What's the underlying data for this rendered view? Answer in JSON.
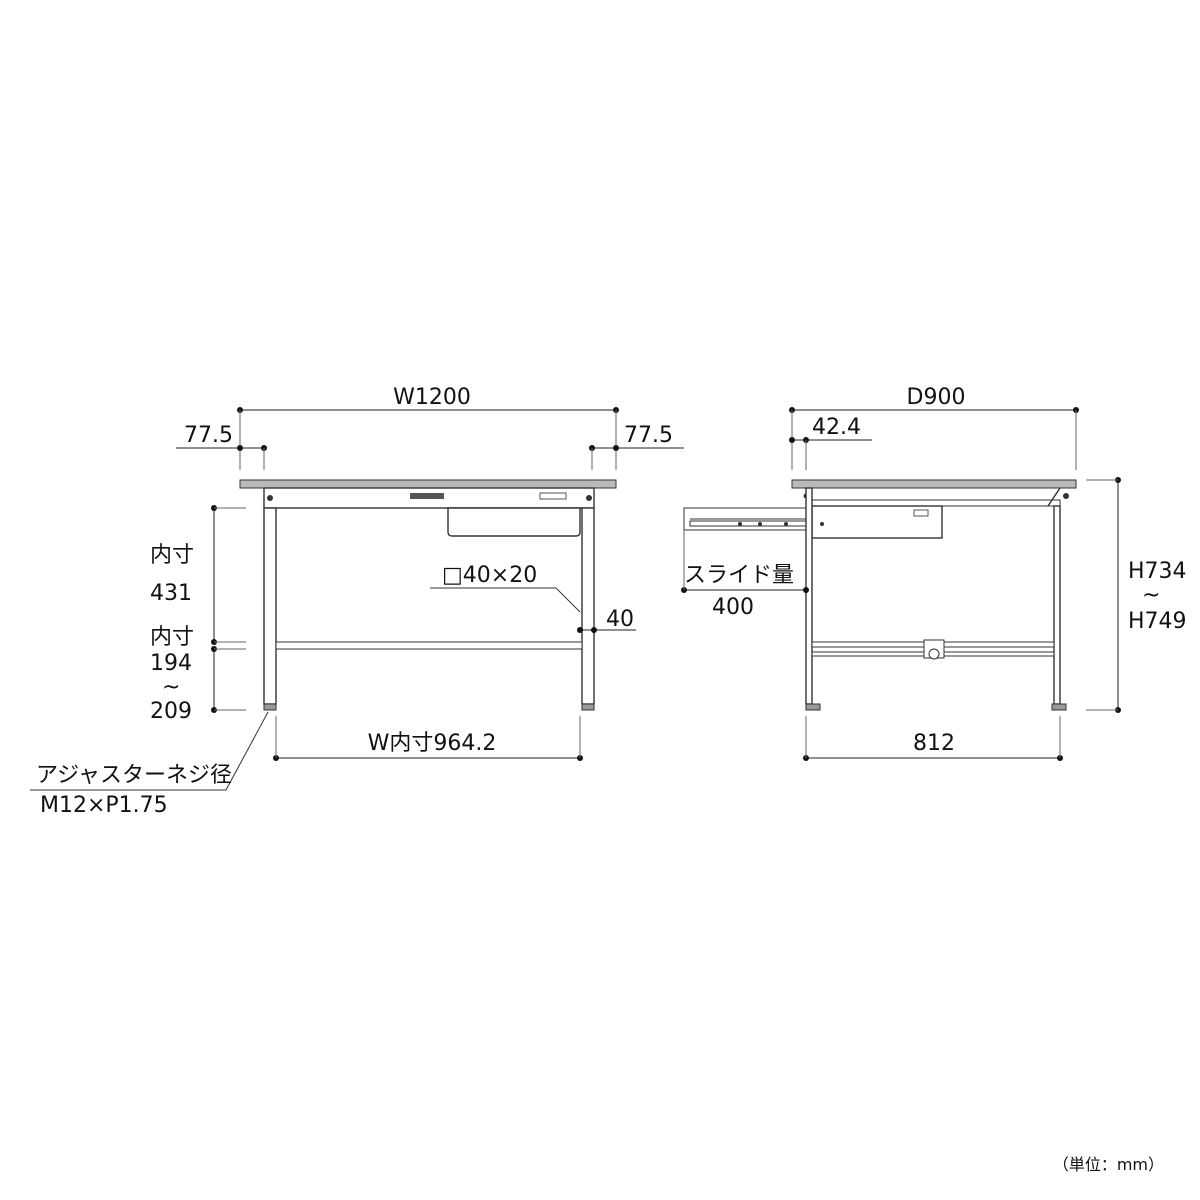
{
  "front_view": {
    "width": "W1200",
    "left_offset": "77.5",
    "right_offset": "77.5",
    "inner_height_label": "内寸",
    "inner_height_value": "431",
    "lower_inner_label": "内寸",
    "lower_inner_value": "194",
    "lower_inner_tilde": "~",
    "lower_inner_value2": "209",
    "leg_section": "□40×20",
    "leg_width": "40",
    "inner_width": "W内寸964.2",
    "adjuster_label": "アジャスターネジ径",
    "adjuster_value": "M12×P1.75"
  },
  "side_view": {
    "depth": "D900",
    "offset": "42.4",
    "slide_label": "スライド量",
    "slide_value": "400",
    "height_min": "H734",
    "height_tilde": "~",
    "height_max": "H749",
    "inner_depth": "812"
  },
  "unit_note": "（単位：mm）"
}
